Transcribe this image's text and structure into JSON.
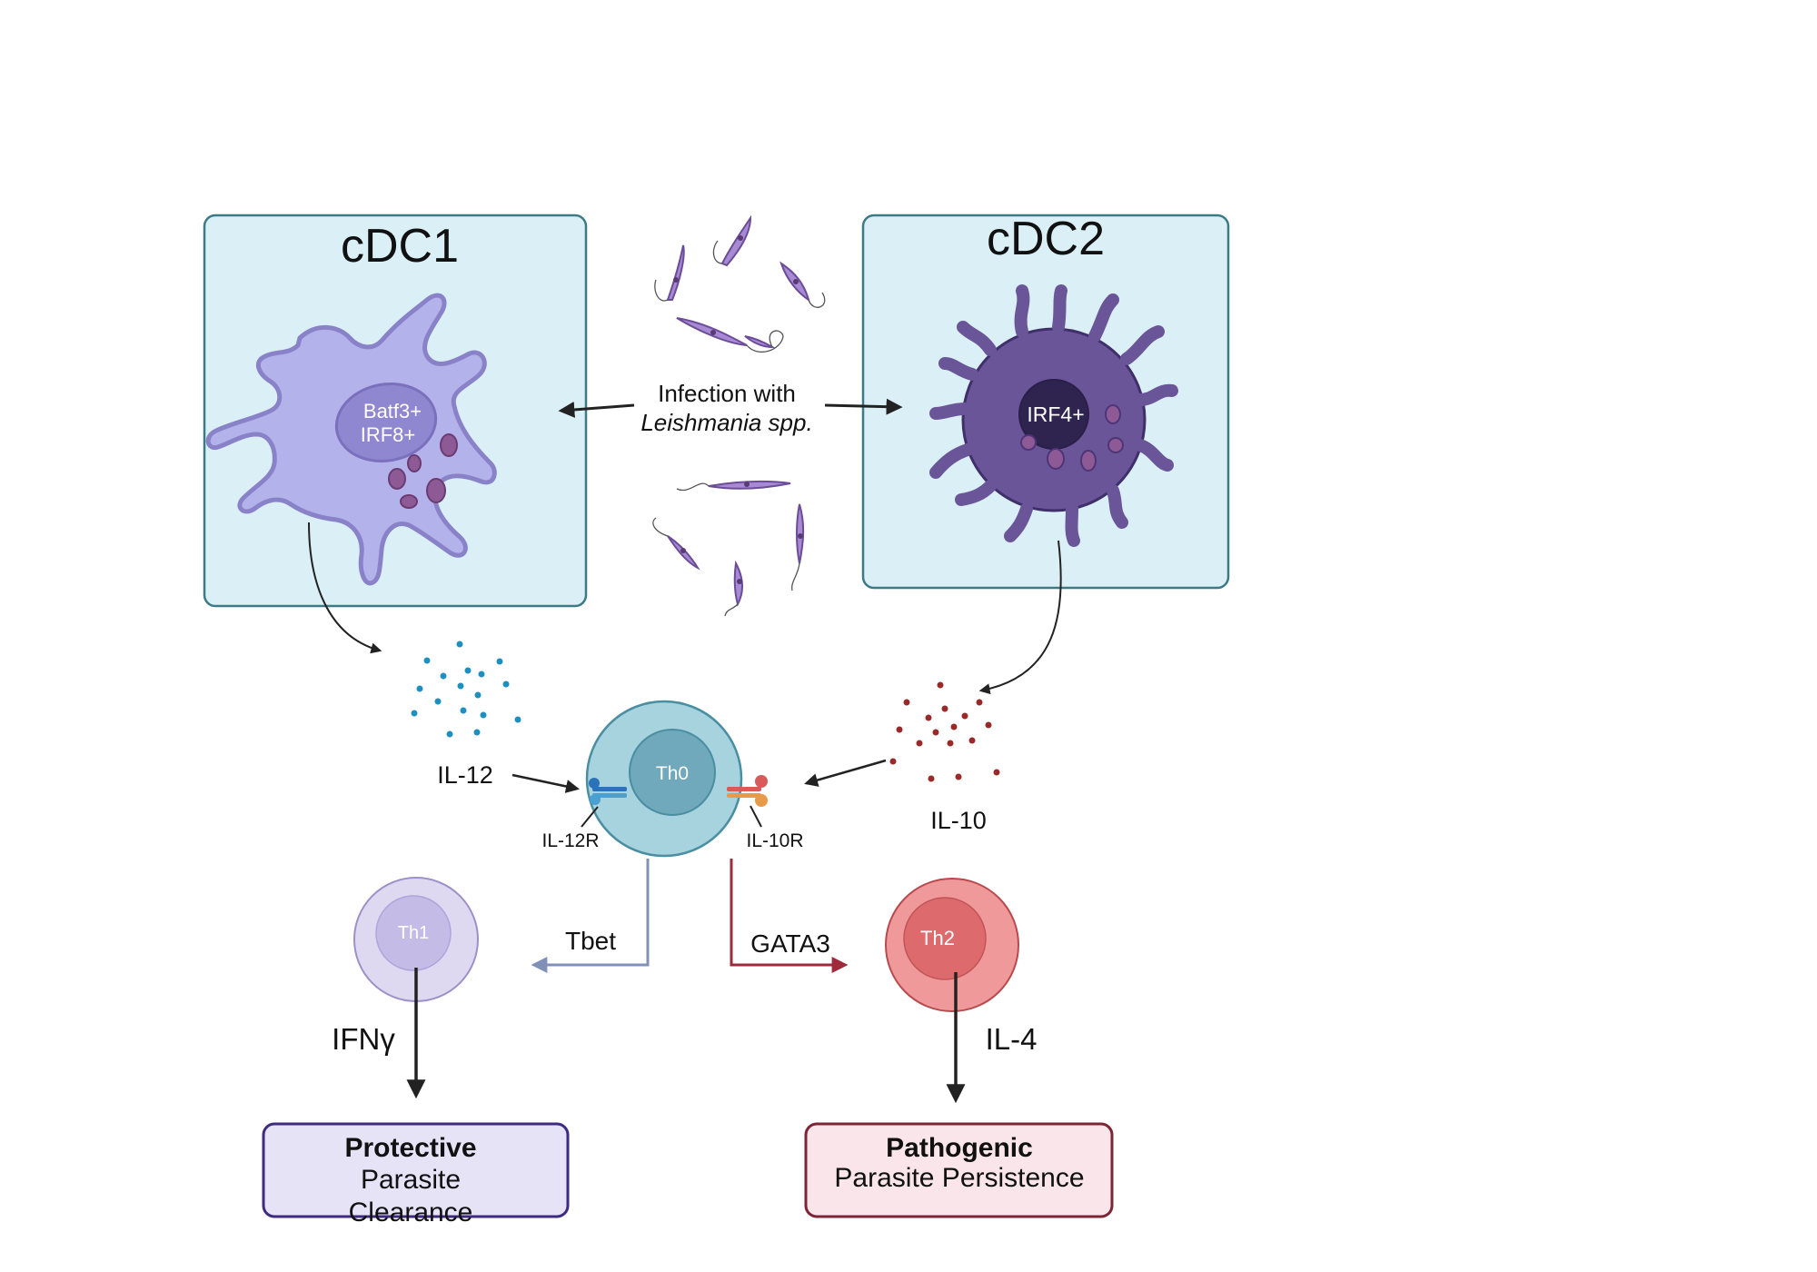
{
  "cdc1": {
    "title": "cDC1",
    "markers": [
      "Batf3+",
      "IRF8+"
    ]
  },
  "cdc2": {
    "title": "cDC2",
    "markers": [
      "IRF4+"
    ]
  },
  "infection": {
    "line1": "Infection with",
    "line2": "Leishmania spp."
  },
  "cytokines": {
    "il12": "IL-12",
    "il10": "IL-10"
  },
  "receptors": {
    "il12r": "IL-12R",
    "il10r": "IL-10R"
  },
  "cells": {
    "th0": "Th0",
    "th1": "Th1",
    "th2": "Th2"
  },
  "transcription_factors": {
    "tbet": "Tbet",
    "gata3": "GATA3"
  },
  "effector_cytokines": {
    "ifng": "IFNγ",
    "il4": "IL-4"
  },
  "outcomes": {
    "protective": {
      "title": "Protective",
      "line1": "Parasite",
      "line2": "Clearance"
    },
    "pathogenic": {
      "title": "Pathogenic",
      "line1": "Parasite Persistence"
    }
  },
  "colors": {
    "box_fill": "#daf0f6",
    "box_stroke": "#3c7a86",
    "cdc1_cell": "#b4b2ea",
    "cdc2_cell": "#6a5599",
    "il12_dots": "#1e90c0",
    "il10_dots": "#9a2a2a",
    "th1": "#ded8f0",
    "th2": "#f0999a",
    "th0": "#a7d3df",
    "protective_fill": "#e6e3f7",
    "protective_stroke": "#3e2a80",
    "pathogenic_fill": "#fae6ea",
    "pathogenic_stroke": "#7e2535"
  }
}
